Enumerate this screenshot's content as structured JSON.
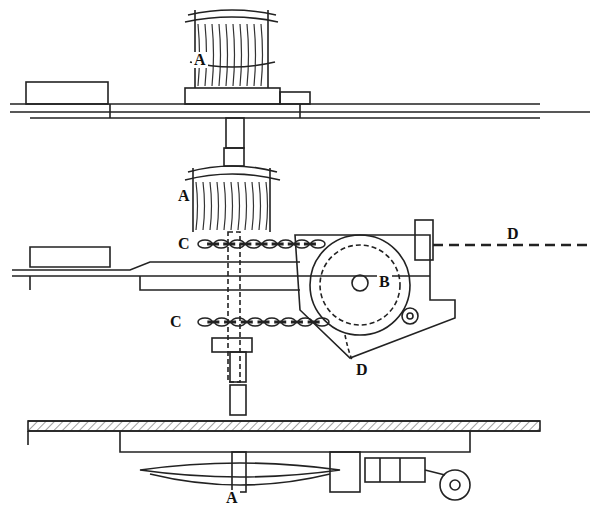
{
  "diagram": {
    "labels": [
      "A",
      "A",
      "C",
      "D",
      "B",
      "C",
      "D",
      "A"
    ]
  }
}
